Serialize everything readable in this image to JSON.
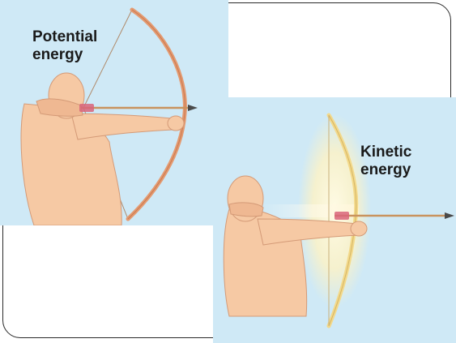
{
  "figure": {
    "potential_label": [
      "Potential",
      "energy"
    ],
    "kinetic_label": [
      "Kinetic",
      "energy"
    ]
  },
  "colors": {
    "panel_bg": "#cfe9f6",
    "skin": "#f6c9a4",
    "skin_shadow": "#e3a883",
    "bow_potential": "#e49a70",
    "bow_kinetic": "#f3d98a",
    "arrow_shaft": "#c9935e",
    "arrow_tip": "#4a4a4a",
    "fletching": "#d9647a",
    "energy_glow": "#fff3c4"
  },
  "icons": {
    "left_figure": "archer-drawing-bow-icon",
    "right_figure": "archer-releasing-arrow-icon"
  }
}
